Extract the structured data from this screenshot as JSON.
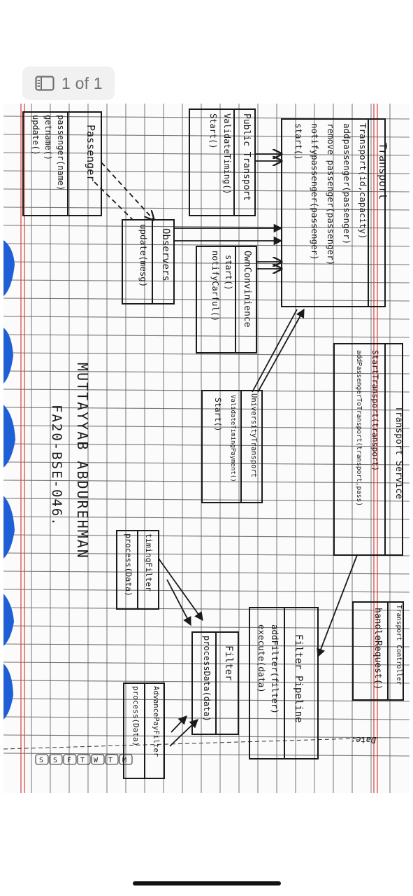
{
  "viewer": {
    "page_counter": "1 of 1",
    "page_icon": "page-view-icon"
  },
  "diagram": {
    "colors": {
      "ink": "#1a1a1a",
      "margin_line": "#d94a4a",
      "rule_line": "#444444",
      "marker": "#1f5fd6"
    },
    "classes": {
      "transport": {
        "name": "Transport",
        "methods": [
          "Transport(id,capacity)",
          "addpassenger(passenger)",
          "remove passenger(passenger)",
          "notifypassenger(passenger)",
          "start()"
        ]
      },
      "transport_service": {
        "name": "Transport Service",
        "methods": [
          "StartTransport(transport)",
          "addPassengerToTransport(transport,pass)"
        ]
      },
      "transport_controller": {
        "name": "Transport Controller",
        "methods": [
          "handleRequest()"
        ]
      },
      "public_transport": {
        "name": "Public Transport",
        "methods": [
          "ValidateTiming()",
          "Start()"
        ]
      },
      "passenger": {
        "name": "Passenger",
        "methods": [
          "passenger(name)",
          "getname()",
          "update()"
        ]
      },
      "observer": {
        "name": "Observers",
        "methods": [
          "update(mesg)"
        ]
      },
      "own_convenience": {
        "name": "OwnConvinience",
        "methods": [
          "start()",
          "notifyCarful()"
        ]
      },
      "university_transport": {
        "name": "UniversityTransport",
        "methods": [
          "ValidateTimingPayment()",
          "Start()"
        ]
      },
      "filter_pipeline": {
        "name": "Filter Pipeline",
        "methods": [
          "addFilter(filter)",
          "execute(data)"
        ]
      },
      "filter": {
        "name": "Filter",
        "methods": [
          "processData(data)"
        ]
      },
      "timing_filter": {
        "name": "timingFilter",
        "methods": [
          "process(Data)"
        ]
      },
      "advance_pay_filter": {
        "name": "AdvancePayFilter",
        "methods": [
          "process(Data)"
        ]
      }
    },
    "author_name": "MUTTAYYAB ABDUREHMAN",
    "roll_number": "FA20-BSE-046.",
    "date_label": "Date:",
    "weekdays": [
      "M",
      "T",
      "W",
      "T",
      "F",
      "S",
      "S"
    ]
  }
}
